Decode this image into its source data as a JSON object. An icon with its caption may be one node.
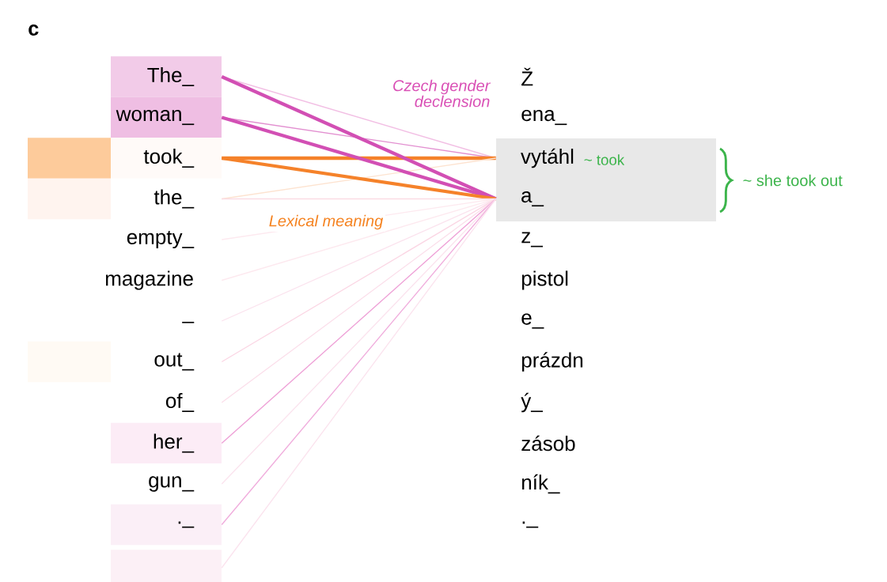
{
  "diagram": {
    "nodes": [
      {
        "text": [
          "The_"
        ]
      },
      {
        "text": [
          "woman_"
        ]
      },
      {
        "text": [
          "took_"
        ]
      },
      {
        "text": [
          "the_"
        ]
      },
      {
        "text": [
          "empty_"
        ]
      },
      {
        "text": [
          "magazine"
        ]
      },
      {
        "text": [
          "_"
        ]
      },
      {
        "text": [
          "out_"
        ]
      },
      {
        "text": [
          "of_"
        ]
      },
      {
        "text": [
          "her_"
        ]
      },
      {
        "text": [
          "gun_"
        ]
      },
      {
        "text": [
          "._"
        ]
      },
      {
        "text": [],
        "shape": "box"
      },
      {
        "text": [
          "Ž"
        ]
      },
      {
        "text": [
          "ena_"
        ]
      },
      {
        "text": [],
        "shape": "box",
        "beside": [
          "~ she took out"
        ]
      },
      {
        "text": [
          "vytáhl"
        ],
        "in": 15,
        "beside": [
          "~ took"
        ]
      },
      {
        "text": [
          "a_"
        ],
        "in": 15
      },
      {
        "text": [
          "z_"
        ]
      },
      {
        "text": [
          "pistol"
        ]
      },
      {
        "text": [
          "e_"
        ]
      },
      {
        "text": [
          "prázdn"
        ]
      },
      {
        "text": [
          "ý_"
        ]
      },
      {
        "text": [
          "zásob"
        ]
      },
      {
        "text": [
          "ník_"
        ]
      },
      {
        "text": [
          "._"
        ]
      }
    ],
    "edges": [
      {
        "from": 0,
        "to": 16,
        "arrow": "none",
        "color": "#f2bfe4"
      },
      {
        "from": 1,
        "to": 16,
        "arrow": "none",
        "color": "#e28fd0"
      },
      {
        "from": 2,
        "to": 16,
        "arrow": "none",
        "style": "thick",
        "color": "#f5822a"
      },
      {
        "from": 3,
        "to": 16,
        "arrow": "none",
        "color": "#fde3d0"
      },
      {
        "from": 0,
        "to": 17,
        "arrow": "none",
        "style": "thick",
        "color": "#d24fb4"
      },
      {
        "from": 1,
        "to": 17,
        "arrow": "none",
        "style": "thick",
        "color": "#d24fb4"
      },
      {
        "from": 2,
        "to": 17,
        "arrow": "none",
        "style": "thick",
        "color": "#f5822a"
      },
      {
        "from": 3,
        "to": 17,
        "arrow": "none",
        "color": "#fbdbe3"
      },
      {
        "from": 4,
        "to": 17,
        "arrow": "none",
        "color": "#fde9ef"
      },
      {
        "from": 5,
        "to": 17,
        "arrow": "none",
        "color": "#fde9ef"
      },
      {
        "from": 6,
        "to": 17,
        "arrow": "none",
        "color": "#fbe3ee"
      },
      {
        "from": 7,
        "to": 17,
        "arrow": "none",
        "color": "#fbd6e4"
      },
      {
        "from": 8,
        "to": 17,
        "arrow": "none",
        "color": "#fbdeea"
      },
      {
        "from": 9,
        "to": 17,
        "arrow": "none",
        "color": "#ee9fd6"
      },
      {
        "from": 10,
        "to": 17,
        "arrow": "none",
        "color": "#fbe3ee"
      },
      {
        "from": 11,
        "to": 17,
        "arrow": "none",
        "color": "#f0abdc"
      },
      {
        "from": 12,
        "to": 17,
        "arrow": "none",
        "color": "#fbe3ee"
      }
    ],
    "labels": [
      "c",
      "Czech gender declension",
      "Lexical meaning"
    ]
  }
}
